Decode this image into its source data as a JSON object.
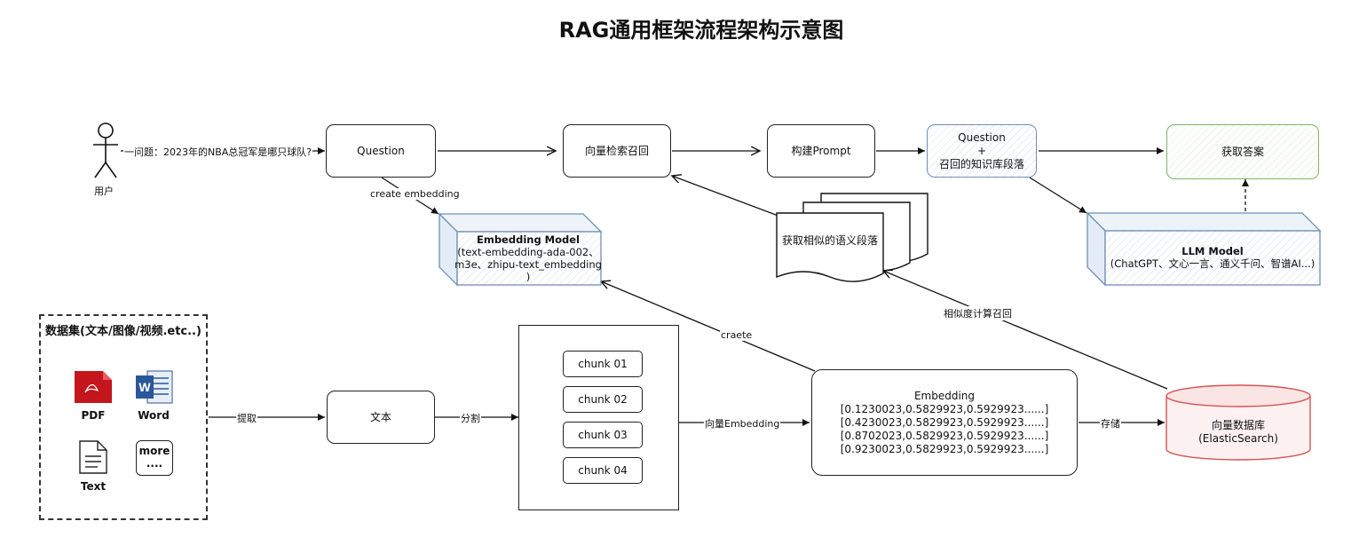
{
  "title": "RAG通用框架流程架构示意图",
  "user": {
    "label": "用户"
  },
  "edges": {
    "question_text": "一问题：2023年的NBA总冠军是哪只球队?",
    "create_embedding": "create embedding",
    "extract": "提取",
    "split": "分割",
    "to_embedding": "向量Embedding",
    "store": "存储",
    "create": "craete",
    "similarity": "相似度计算召回"
  },
  "nodes": {
    "question": "Question",
    "recall": "向量检索召回",
    "build_prompt": "构建Prompt",
    "q_line1": "Question",
    "q_plus": "+",
    "q_line2": "召回的知识库段落",
    "answer": "获取答案",
    "similar_docs": "获取相似的语义段落",
    "text": "文本",
    "embedding_title": "Embedding",
    "embedding_rows": [
      "[0.1230023,0.5829923,0.5929923......]",
      "[0.4230023,0.5829923,0.5929923......]",
      "[0.8702023,0.5829923,0.5929923......]",
      "[0.9230023,0.5829923,0.5929923......]"
    ],
    "vector_db_line1": "向量数据库",
    "vector_db_line2": "(ElasticSearch)"
  },
  "embedding_model": {
    "title": "Embedding Model",
    "line1": "(text-embedding-ada-002、",
    "line2": "m3e、zhipu-text_embedding",
    "line3": ")"
  },
  "llm_model": {
    "title": "LLM Model",
    "line1": "(ChatGPT、文心一言、通义千问、智谱AI...)"
  },
  "chunks": [
    "chunk 01",
    "chunk 02",
    "chunk 03",
    "chunk 04"
  ],
  "dataset": {
    "title": "数据集(文本/图像/视频.etc..)",
    "pdf": "PDF",
    "word": "Word",
    "text": "Text",
    "more_line1": "more",
    "more_line2": "...."
  },
  "colors": {
    "blue_border": "#6f8fb5",
    "green_border": "#7fb565",
    "red_border": "#d45454",
    "pdf_red": "#c4161c",
    "word_blue": "#2b579a"
  }
}
